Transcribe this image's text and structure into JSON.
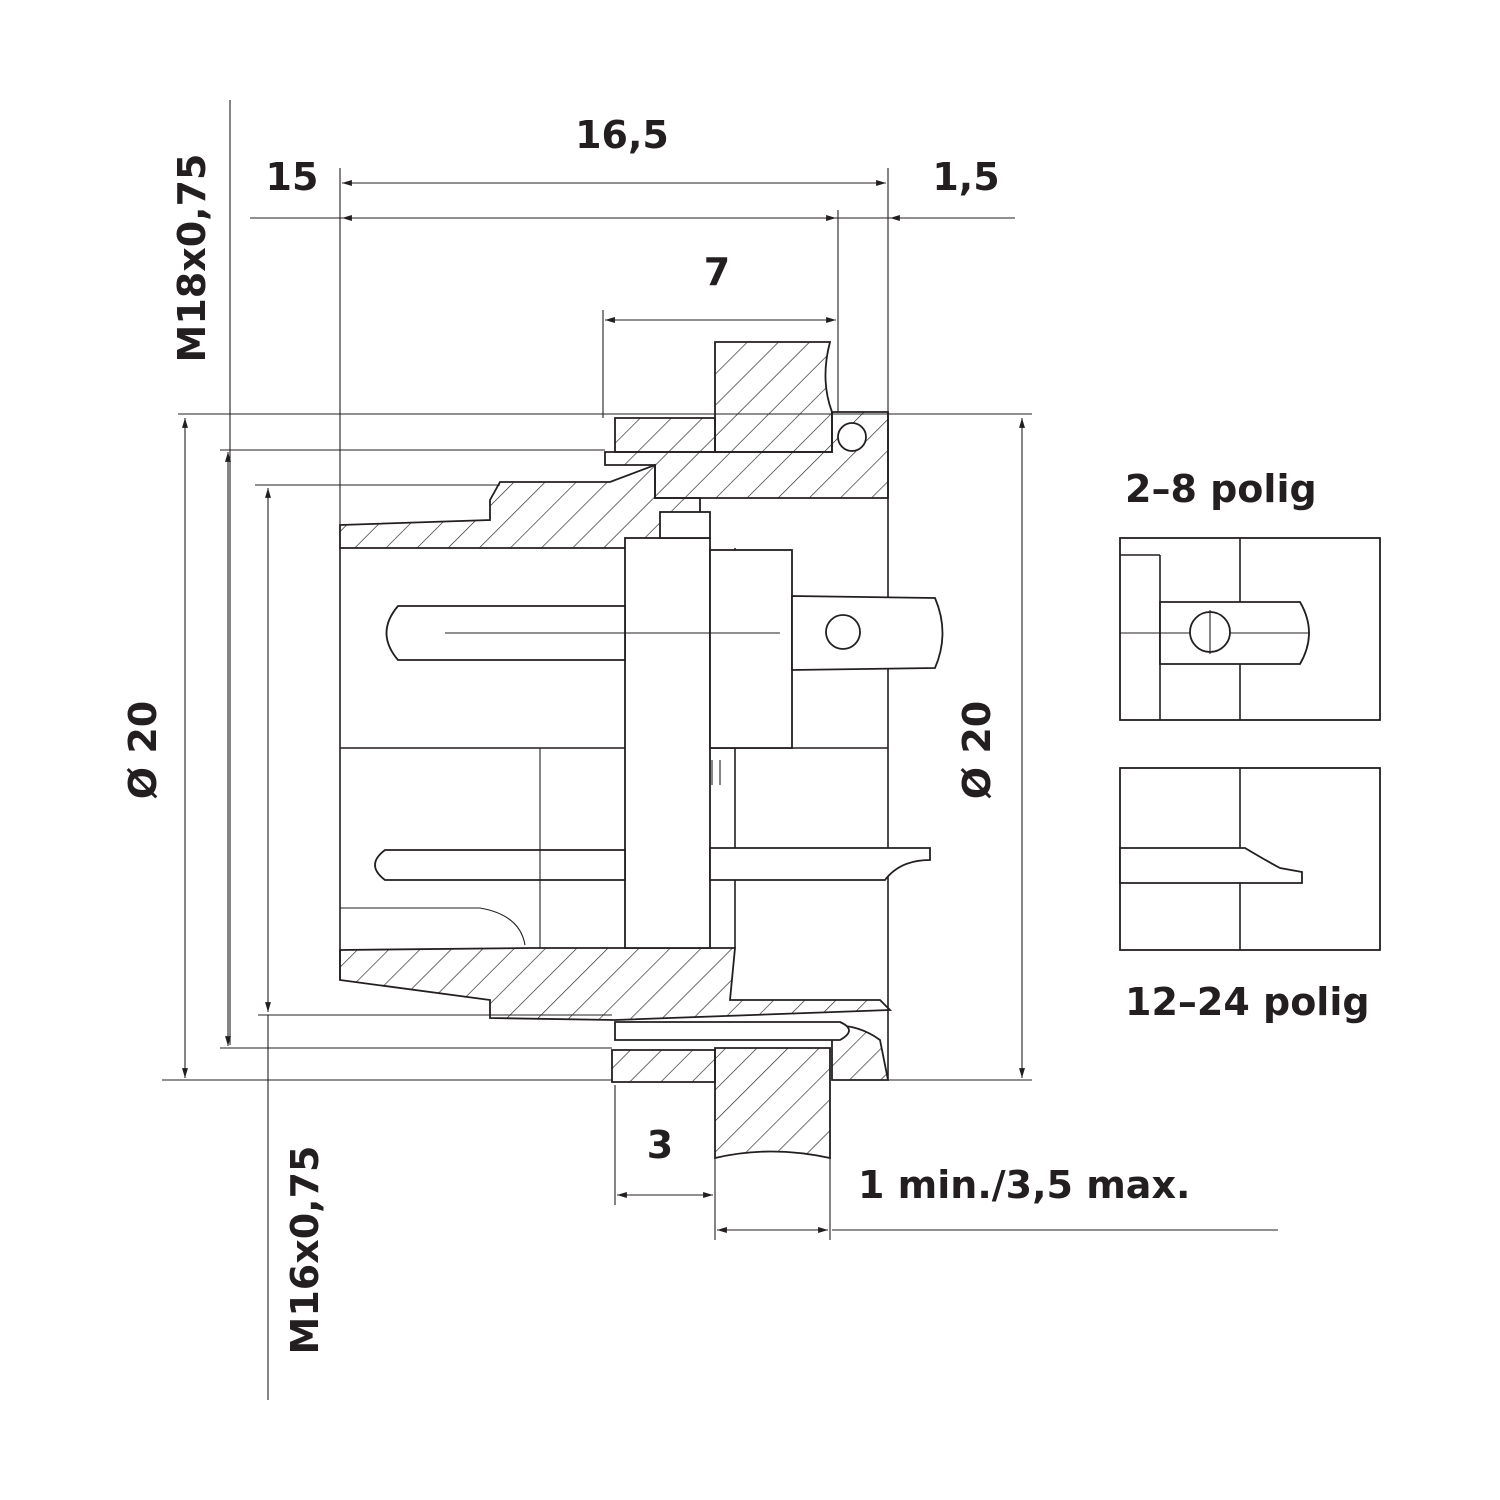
{
  "labels": {
    "dim_16_5": "16,5",
    "dim_15": "15",
    "dim_1_5": "1,5",
    "dim_7": "7",
    "thread_top": "M18x0,75",
    "thread_bottom": "M16x0,75",
    "dia_left": "Ø 20",
    "dia_right": "Ø 20",
    "dim_3": "3",
    "panel_thickness": "1 min./3,5 max.",
    "pin_2_8": "2–8 polig",
    "pin_12_24": "12–24 polig"
  },
  "colors": {
    "ink": "#231f20",
    "paper": "#ffffff"
  }
}
